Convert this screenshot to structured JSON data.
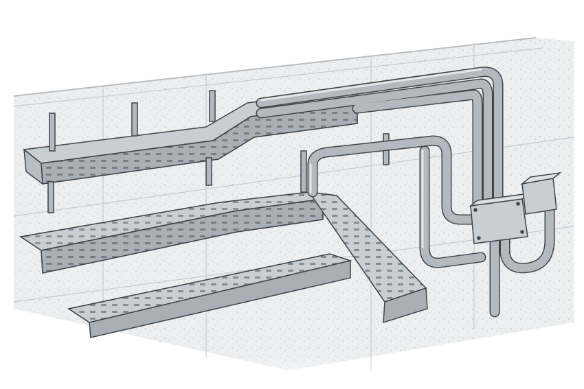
{
  "colors": {
    "background": "#ffffff",
    "wall": "#eceeef",
    "wall_line": "#b9bdc0",
    "tray_top": "#c9ced2",
    "tray_side": "#a9afb4",
    "pipe": "#b3b9be",
    "pipe_highlight": "#e4e7e9",
    "outline": "#3f4448",
    "slot": "#4d5358"
  },
  "icons": [
    "cable-tray",
    "conduit-pipe",
    "junction-box",
    "wall-bracket"
  ]
}
